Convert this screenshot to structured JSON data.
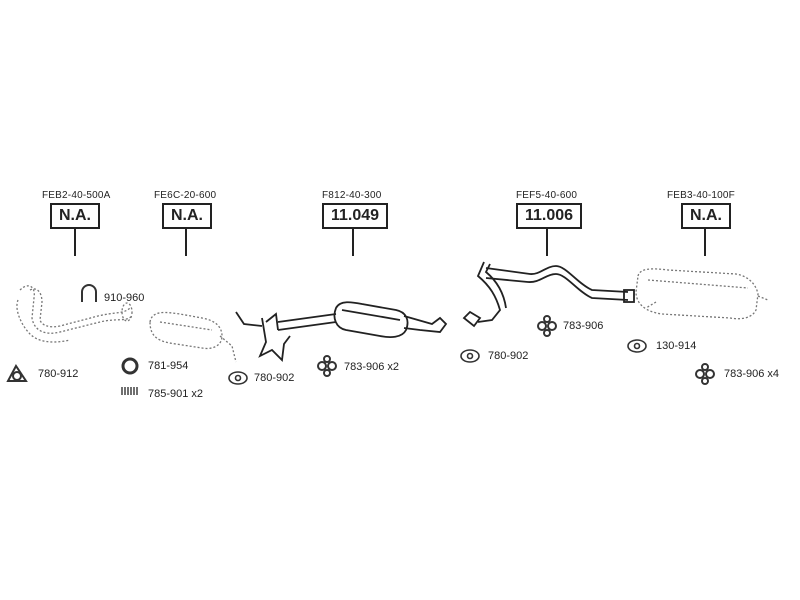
{
  "sections": [
    {
      "code": "FEB2-40-500A",
      "status": "N.A."
    },
    {
      "code": "FE6C-20-600",
      "status": "N.A."
    },
    {
      "code": "F812-40-300",
      "status": "11.049"
    },
    {
      "code": "FEF5-40-600",
      "status": "11.006"
    },
    {
      "code": "FEB3-40-100F",
      "status": "N.A."
    }
  ],
  "parts": [
    {
      "label": "910-960"
    },
    {
      "label": "780-912"
    },
    {
      "label": "781-954"
    },
    {
      "label": "785-901 x2"
    },
    {
      "label": "780-902"
    },
    {
      "label": "783-906 x2"
    },
    {
      "label": "780-902"
    },
    {
      "label": "783-906"
    },
    {
      "label": "130-914"
    },
    {
      "label": "783-906 x4"
    }
  ]
}
